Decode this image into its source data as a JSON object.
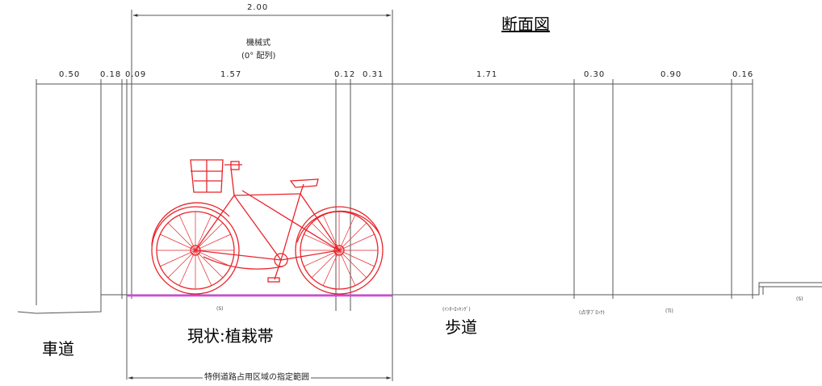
{
  "title": "断面図",
  "top_dimension": "2.00",
  "mechanism_line1": "機械式",
  "mechanism_line2": "(0° 配列)",
  "segments": [
    {
      "label": "0.50"
    },
    {
      "label": "0.18"
    },
    {
      "label": "0.09"
    },
    {
      "label": "1.57"
    },
    {
      "label": "0.12"
    },
    {
      "label": "0.31"
    },
    {
      "label": "1.71"
    },
    {
      "label": "0.30"
    },
    {
      "label": "0.90"
    },
    {
      "label": "0.16"
    }
  ],
  "labels": {
    "roadway": "車道",
    "current_status": "現状:植栽帯",
    "sidewalk": "歩道",
    "designated_area": "特例道路占用区域の指定範囲"
  },
  "ground_codes": {
    "s1": "(S)",
    "as": "(ｲﾝﾀｰﾛｯｷﾝｸﾞ)",
    "tenji": "(点字ﾌﾞﾛｯｸ)",
    "ti": "(Ti)",
    "s2": "(S)"
  },
  "colors": {
    "bicycle": "#e8252b",
    "bike_zone_line": "#e040e8",
    "drawing_line": "#555555"
  }
}
